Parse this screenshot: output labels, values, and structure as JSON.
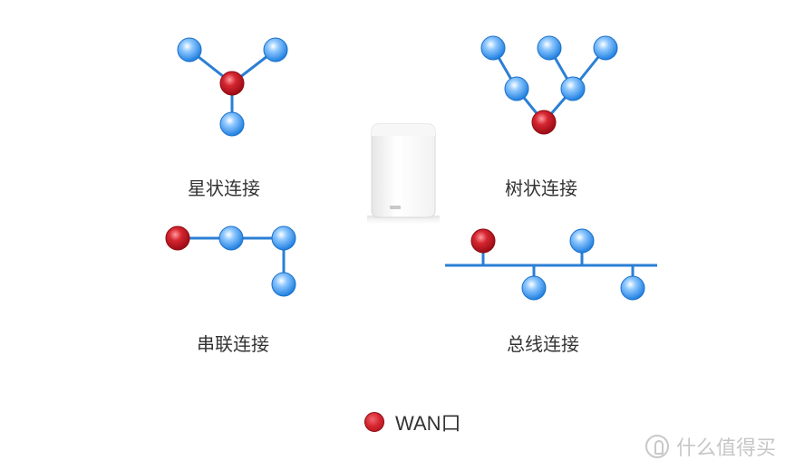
{
  "topologies": {
    "star": "星状连接",
    "tree": "树状连接",
    "series": "串联连接",
    "bus": "总线连接"
  },
  "legend": {
    "label": "WAN口"
  },
  "watermark": {
    "text": "什么值得买"
  },
  "device": {
    "name": "router"
  },
  "colors": {
    "wan_node": "#d11f2c",
    "node": "#2a8be6",
    "line": "#2b7fd4"
  }
}
